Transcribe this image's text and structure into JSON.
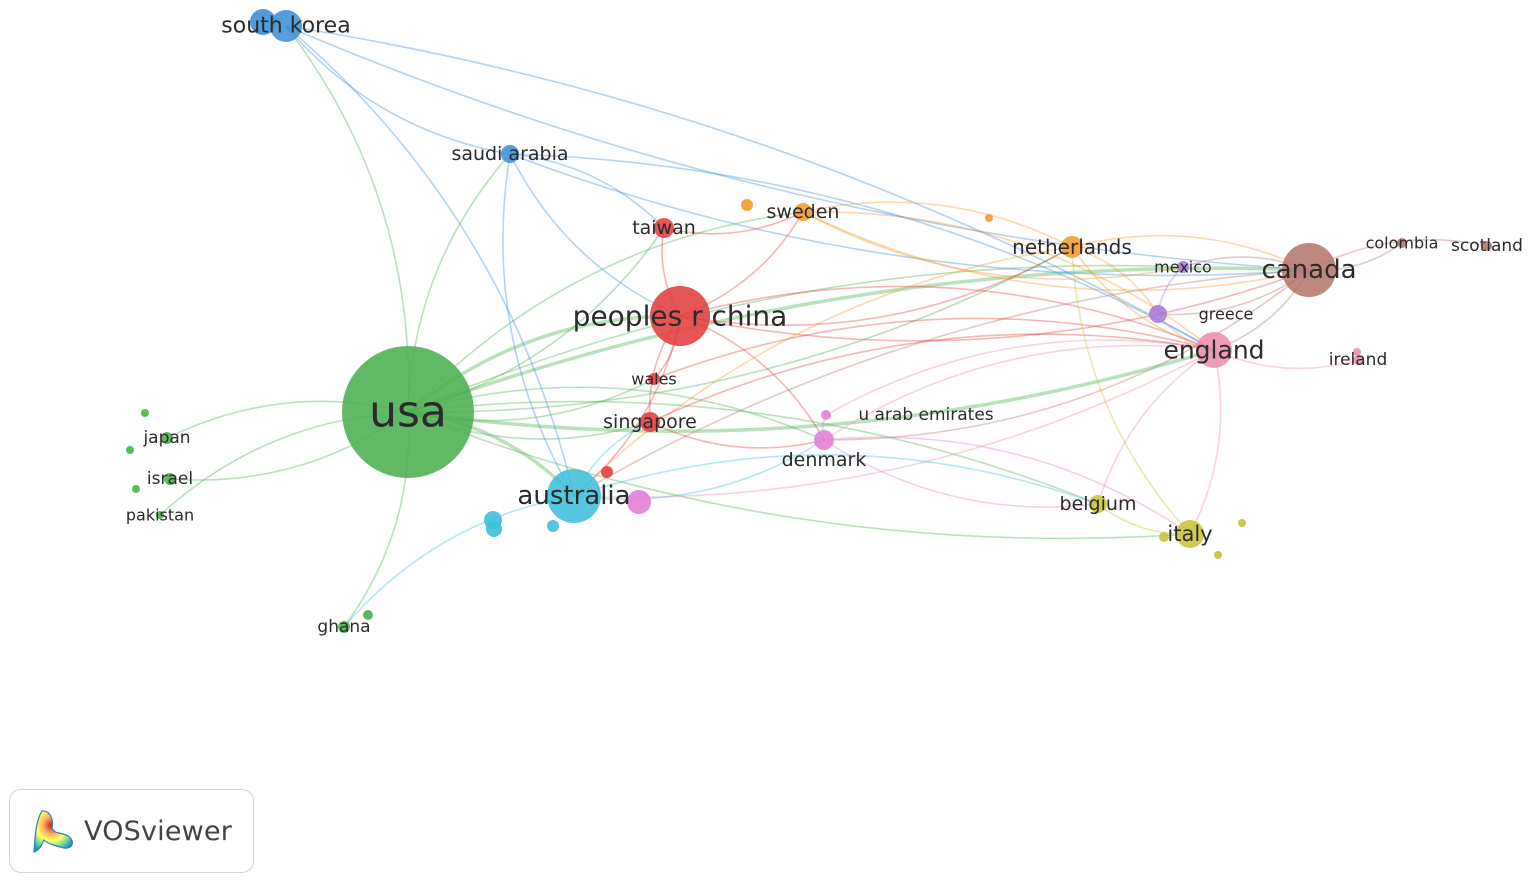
{
  "brand": {
    "name": "VOSviewer",
    "logo_icon": "vosviewer-logo-icon"
  },
  "clusters": {
    "green": "#4caf50",
    "red": "#e23f3f",
    "blue": "#3f8fd6",
    "cyan": "#3dc0dc",
    "orange": "#f39b30",
    "brown": "#b4776c",
    "pink": "#ea8fb0",
    "purple": "#ab78de",
    "magenta": "#e27ed6",
    "yellow": "#c9c436"
  },
  "nodes": [
    {
      "id": "usa",
      "label": "usa",
      "cluster": "green",
      "weight": 1.0
    },
    {
      "id": "peoples_r_china",
      "label": "peoples r china",
      "cluster": "red",
      "weight": 0.45
    },
    {
      "id": "south_korea",
      "label": "south korea",
      "cluster": "blue",
      "weight": 0.3
    },
    {
      "id": "saudi_arabia",
      "label": "saudi arabia",
      "cluster": "blue",
      "weight": 0.18
    },
    {
      "id": "taiwan",
      "label": "taiwan",
      "cluster": "red",
      "weight": 0.18
    },
    {
      "id": "sweden",
      "label": "sweden",
      "cluster": "orange",
      "weight": 0.18
    },
    {
      "id": "netherlands",
      "label": "netherlands",
      "cluster": "orange",
      "weight": 0.22
    },
    {
      "id": "canada",
      "label": "canada",
      "cluster": "brown",
      "weight": 0.42
    },
    {
      "id": "colombia",
      "label": "colombia",
      "cluster": "brown",
      "weight": 0.08
    },
    {
      "id": "scotland",
      "label": "scotland",
      "cluster": "brown",
      "weight": 0.08
    },
    {
      "id": "mexico",
      "label": "mexico",
      "cluster": "purple",
      "weight": 0.12
    },
    {
      "id": "greece",
      "label": "greece",
      "cluster": "purple",
      "weight": 0.18
    },
    {
      "id": "england",
      "label": "england",
      "cluster": "pink",
      "weight": 0.35
    },
    {
      "id": "ireland",
      "label": "ireland",
      "cluster": "pink",
      "weight": 0.08
    },
    {
      "id": "wales",
      "label": "wales",
      "cluster": "red",
      "weight": 0.1
    },
    {
      "id": "singapore",
      "label": "singapore",
      "cluster": "red",
      "weight": 0.18
    },
    {
      "id": "u_arab_emirates",
      "label": "u arab emirates",
      "cluster": "magenta",
      "weight": 0.08
    },
    {
      "id": "denmark",
      "label": "denmark",
      "cluster": "magenta",
      "weight": 0.2
    },
    {
      "id": "australia",
      "label": "australia",
      "cluster": "cyan",
      "weight": 0.45
    },
    {
      "id": "belgium",
      "label": "belgium",
      "cluster": "yellow",
      "weight": 0.18
    },
    {
      "id": "italy",
      "label": "italy",
      "cluster": "yellow",
      "weight": 0.3
    },
    {
      "id": "japan",
      "label": "japan",
      "cluster": "green",
      "weight": 0.12
    },
    {
      "id": "israel",
      "label": "israel",
      "cluster": "green",
      "weight": 0.12
    },
    {
      "id": "pakistan",
      "label": "pakistan",
      "cluster": "green",
      "weight": 0.06
    },
    {
      "id": "ghana",
      "label": "ghana",
      "cluster": "green",
      "weight": 0.1
    }
  ],
  "links": [
    [
      "usa",
      "peoples_r_china"
    ],
    [
      "usa",
      "south_korea"
    ],
    [
      "usa",
      "saudi_arabia"
    ],
    [
      "usa",
      "taiwan"
    ],
    [
      "usa",
      "sweden"
    ],
    [
      "usa",
      "netherlands"
    ],
    [
      "usa",
      "canada"
    ],
    [
      "usa",
      "england"
    ],
    [
      "usa",
      "australia"
    ],
    [
      "usa",
      "singapore"
    ],
    [
      "usa",
      "denmark"
    ],
    [
      "usa",
      "italy"
    ],
    [
      "usa",
      "belgium"
    ],
    [
      "usa",
      "japan"
    ],
    [
      "usa",
      "israel"
    ],
    [
      "usa",
      "pakistan"
    ],
    [
      "usa",
      "ghana"
    ],
    [
      "usa",
      "wales"
    ],
    [
      "usa",
      "mexico"
    ],
    [
      "south_korea",
      "saudi_arabia"
    ],
    [
      "south_korea",
      "england"
    ],
    [
      "south_korea",
      "canada"
    ],
    [
      "south_korea",
      "australia"
    ],
    [
      "saudi_arabia",
      "canada"
    ],
    [
      "saudi_arabia",
      "england"
    ],
    [
      "saudi_arabia",
      "australia"
    ],
    [
      "saudi_arabia",
      "taiwan"
    ],
    [
      "saudi_arabia",
      "peoples_r_china"
    ],
    [
      "peoples_r_china",
      "taiwan"
    ],
    [
      "peoples_r_china",
      "sweden"
    ],
    [
      "peoples_r_china",
      "england"
    ],
    [
      "peoples_r_china",
      "canada"
    ],
    [
      "peoples_r_china",
      "australia"
    ],
    [
      "peoples_r_china",
      "singapore"
    ],
    [
      "peoples_r_china",
      "denmark"
    ],
    [
      "peoples_r_china",
      "netherlands"
    ],
    [
      "peoples_r_china",
      "wales"
    ],
    [
      "taiwan",
      "sweden"
    ],
    [
      "sweden",
      "netherlands"
    ],
    [
      "sweden",
      "canada"
    ],
    [
      "sweden",
      "england"
    ],
    [
      "sweden",
      "mexico"
    ],
    [
      "netherlands",
      "canada"
    ],
    [
      "netherlands",
      "england"
    ],
    [
      "netherlands",
      "greece"
    ],
    [
      "netherlands",
      "australia"
    ],
    [
      "canada",
      "england"
    ],
    [
      "canada",
      "colombia"
    ],
    [
      "canada",
      "scotland"
    ],
    [
      "canada",
      "mexico"
    ],
    [
      "canada",
      "greece"
    ],
    [
      "canada",
      "australia"
    ],
    [
      "canada",
      "denmark"
    ],
    [
      "england",
      "ireland"
    ],
    [
      "england",
      "italy"
    ],
    [
      "england",
      "belgium"
    ],
    [
      "england",
      "australia"
    ],
    [
      "england",
      "denmark"
    ],
    [
      "england",
      "greece"
    ],
    [
      "england",
      "u_arab_emirates"
    ],
    [
      "australia",
      "singapore"
    ],
    [
      "australia",
      "denmark"
    ],
    [
      "australia",
      "belgium"
    ],
    [
      "australia",
      "ghana"
    ],
    [
      "denmark",
      "u_arab_emirates"
    ],
    [
      "denmark",
      "belgium"
    ],
    [
      "denmark",
      "italy"
    ],
    [
      "belgium",
      "italy"
    ],
    [
      "singapore",
      "england"
    ],
    [
      "singapore",
      "denmark"
    ],
    [
      "wales",
      "england"
    ],
    [
      "mexico",
      "greece"
    ],
    [
      "italy",
      "netherlands"
    ]
  ]
}
